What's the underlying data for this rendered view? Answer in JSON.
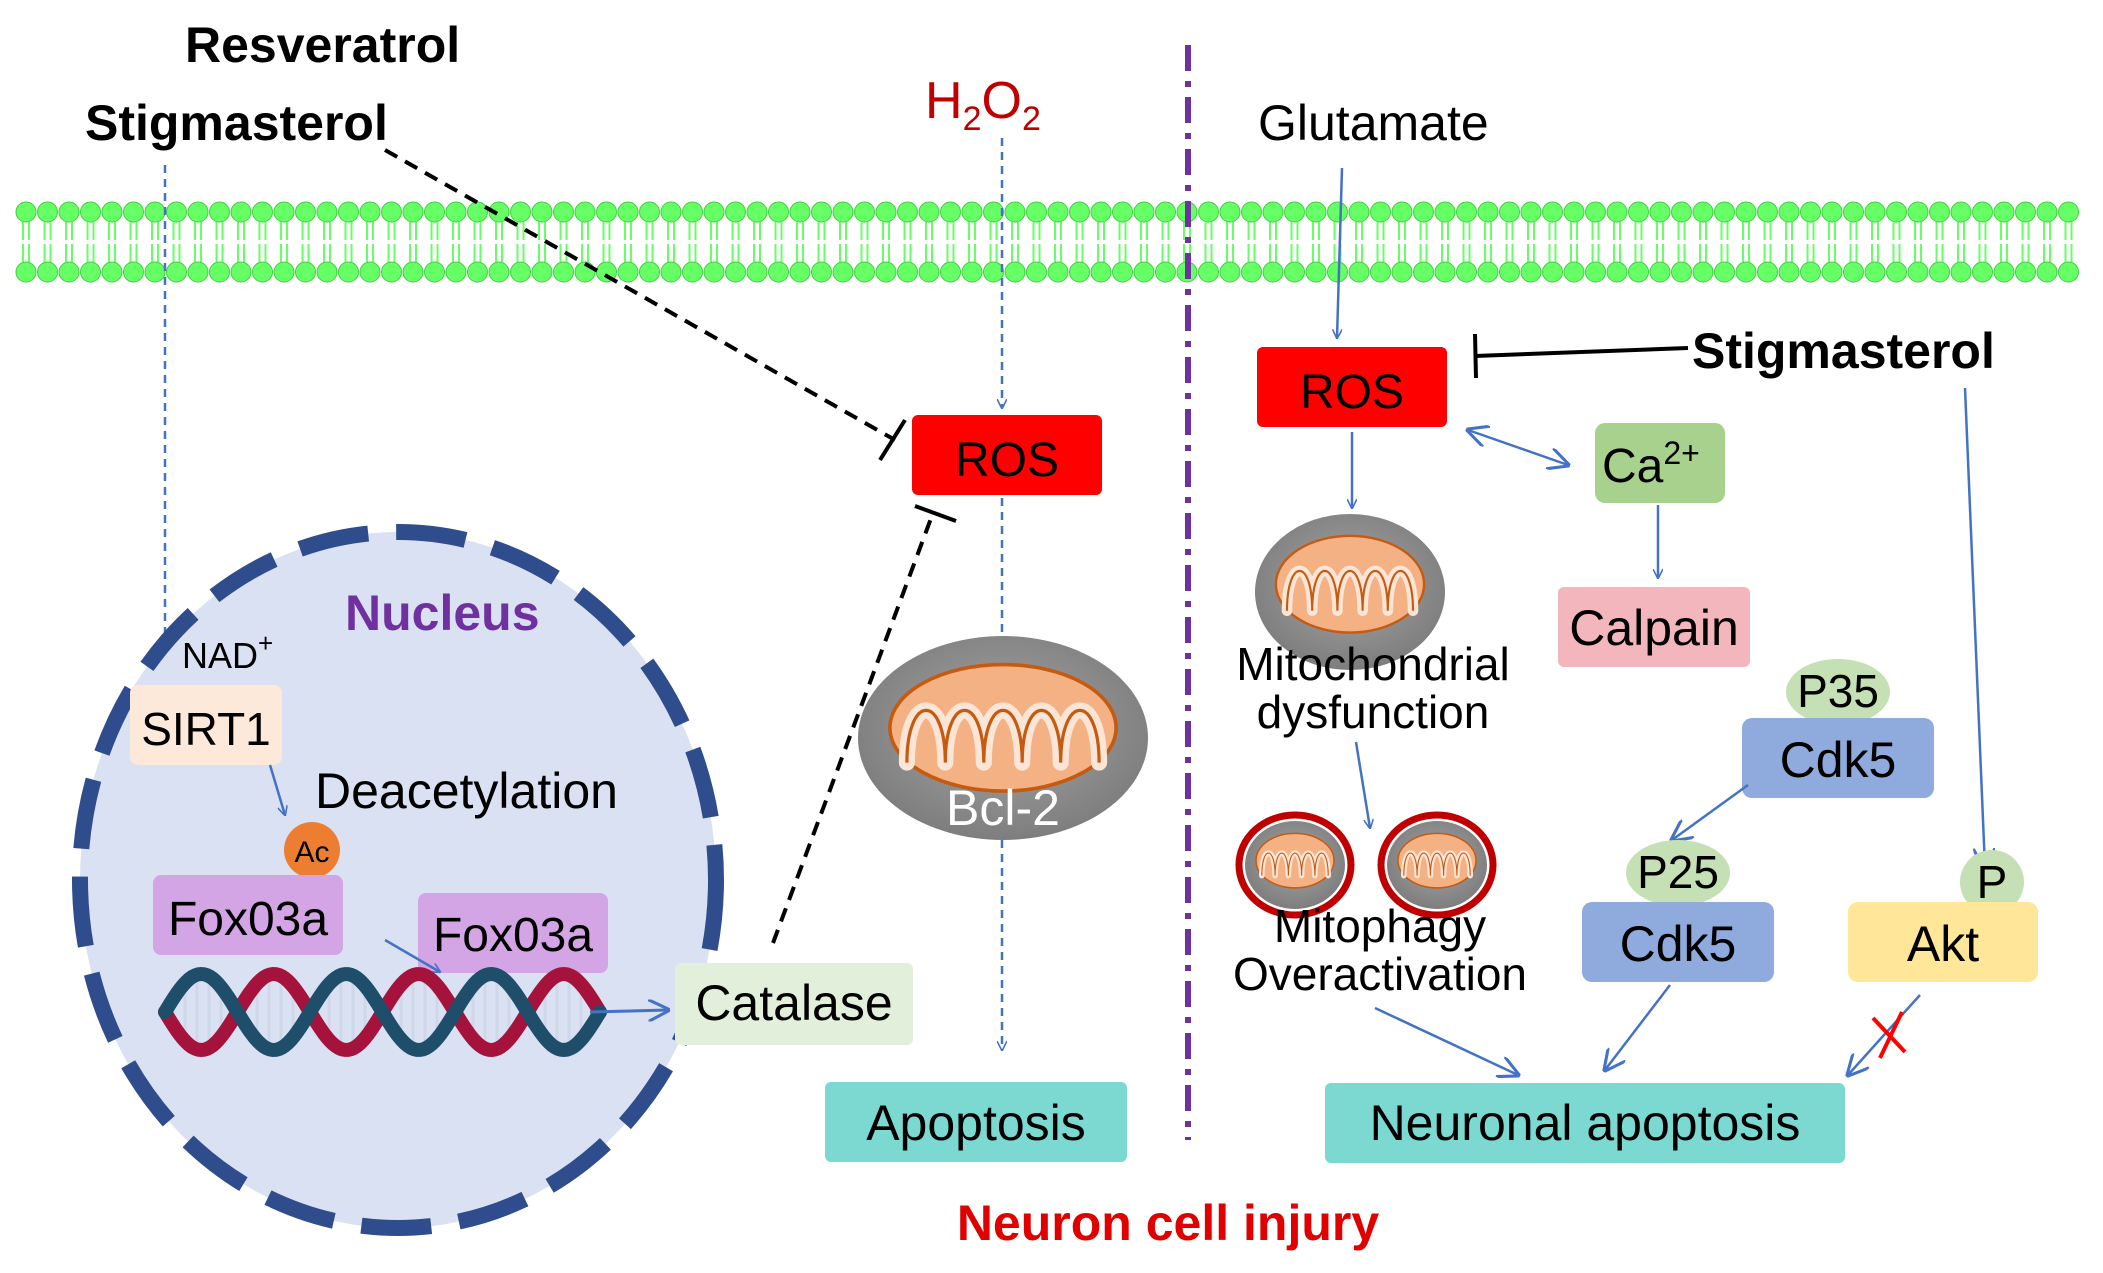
{
  "left": {
    "resveratrol": "Resveratrol",
    "stigmasterol": "Stigmasterol",
    "nucleus_label": "Nucleus",
    "nad": "NAD",
    "nad_sup": "+",
    "sirt1": "SIRT1",
    "deacetylation": "Deacetylation",
    "ac": "Ac",
    "foxo3a_1": "Fox03a",
    "foxo3a_2": "Fox03a",
    "catalase": "Catalase"
  },
  "middle": {
    "h2o2_h": "H",
    "h2o2_sub1": "2",
    "h2o2_o": "O",
    "h2o2_sub2": "2",
    "ros": "ROS",
    "bcl2": "Bcl-2",
    "apoptosis": "Apoptosis"
  },
  "right": {
    "glutamate": "Glutamate",
    "ros": "ROS",
    "stigmasterol": "Stigmasterol",
    "ca": "Ca",
    "ca_sup": "2+",
    "calpain": "Calpain",
    "mito_dys_1": "Mitochondrial",
    "mito_dys_2": "dysfunction",
    "p35": "P35",
    "cdk5_1": "Cdk5",
    "p25": "P25",
    "cdk5_2": "Cdk5",
    "p": "P",
    "akt": "Akt",
    "mitophagy_1": "Mitophagy",
    "mitophagy_2": "Overactivation",
    "neuronal_apoptosis": "Neuronal apoptosis"
  },
  "footer": {
    "title": "Neuron cell injury"
  },
  "colors": {
    "ros": "#fe0000",
    "membrane": "#66ff66",
    "nucleus_fill": "#d9e1f2",
    "nucleus_border": "#2f4c8c",
    "nucleus_label": "#7030a0",
    "sirt1_fill": "#fde9d9",
    "foxo3a_fill": "#d3a5e5",
    "catalase_fill": "#e2efda",
    "apoptosis_fill": "#7cd9d2",
    "ca_fill": "#a9d18e",
    "calpain_fill": "#f4b6bd",
    "cdk5_fill": "#8faadc",
    "p_bubble": "#c5e0b4",
    "akt_fill": "#ffe699",
    "ac_fill": "#ed7d31",
    "divider": "#7030a0",
    "arrow": "#4472c4",
    "h2o2": "#c00000",
    "title": "#e00000"
  }
}
